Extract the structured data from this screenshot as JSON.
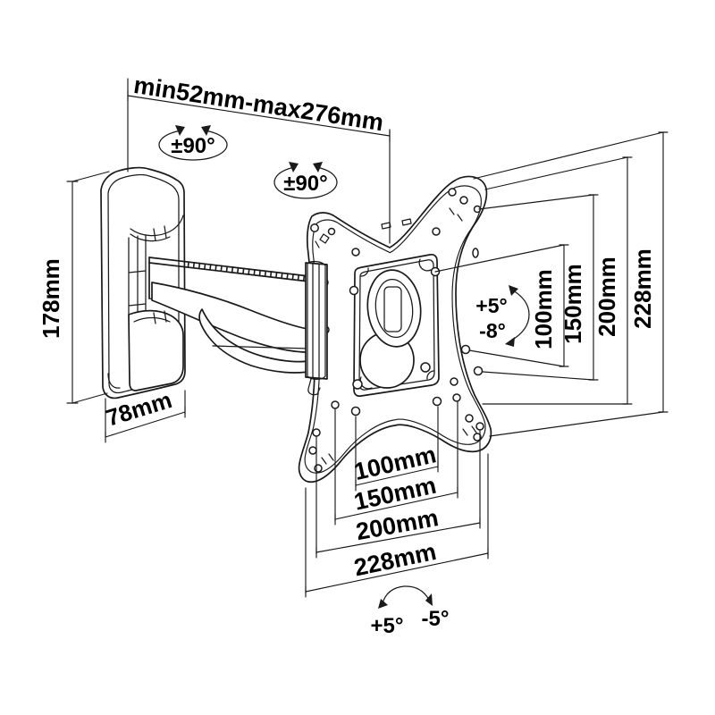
{
  "canvas": {
    "background": "#ffffff",
    "line_color": "#1a1a1a",
    "text_color": "#000000"
  },
  "labels": {
    "extension_range": "min52mm-max276mm",
    "swivel_arm": "±90°",
    "swivel_plate": "±90°",
    "wall_plate_height": "178mm",
    "wall_plate_depth": "78mm",
    "vesa_vertical": {
      "v100": "100mm",
      "v150": "150mm",
      "v200": "200mm",
      "v228": "228mm"
    },
    "vesa_horizontal": {
      "h100": "100mm",
      "h150": "150mm",
      "h200": "200mm",
      "h228": "228mm"
    },
    "tilt_up": "+5°",
    "tilt_down": "-8°",
    "level_plus": "+5°",
    "level_minus": "-5°"
  }
}
